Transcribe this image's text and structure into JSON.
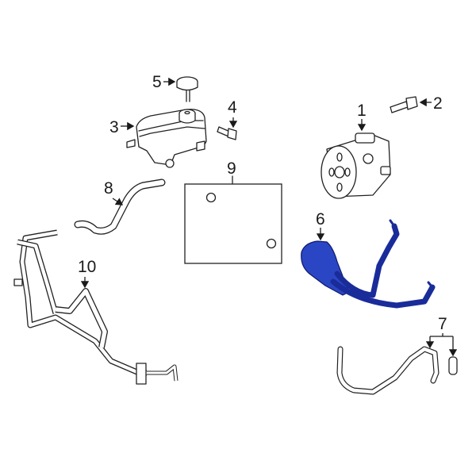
{
  "diagram": {
    "type": "parts-exploded-view",
    "subject": "power steering system",
    "highlight_color": "#2b46c4",
    "highlighted_part": "6",
    "callouts": [
      {
        "id": "1",
        "label": "1",
        "part": "power steering pump"
      },
      {
        "id": "2",
        "label": "2",
        "part": "pump bolt"
      },
      {
        "id": "3",
        "label": "3",
        "part": "reservoir"
      },
      {
        "id": "4",
        "label": "4",
        "part": "reservoir bolt"
      },
      {
        "id": "5",
        "label": "5",
        "part": "reservoir cap"
      },
      {
        "id": "6",
        "label": "6",
        "part": "pressure hose (highlighted)"
      },
      {
        "id": "7",
        "label": "7",
        "part": "pressure line with o-ring"
      },
      {
        "id": "8",
        "label": "8",
        "part": "supply hose"
      },
      {
        "id": "9",
        "label": "9",
        "part": "return hose kit (boxed)"
      },
      {
        "id": "10",
        "label": "10",
        "part": "cooler / return line"
      }
    ]
  }
}
